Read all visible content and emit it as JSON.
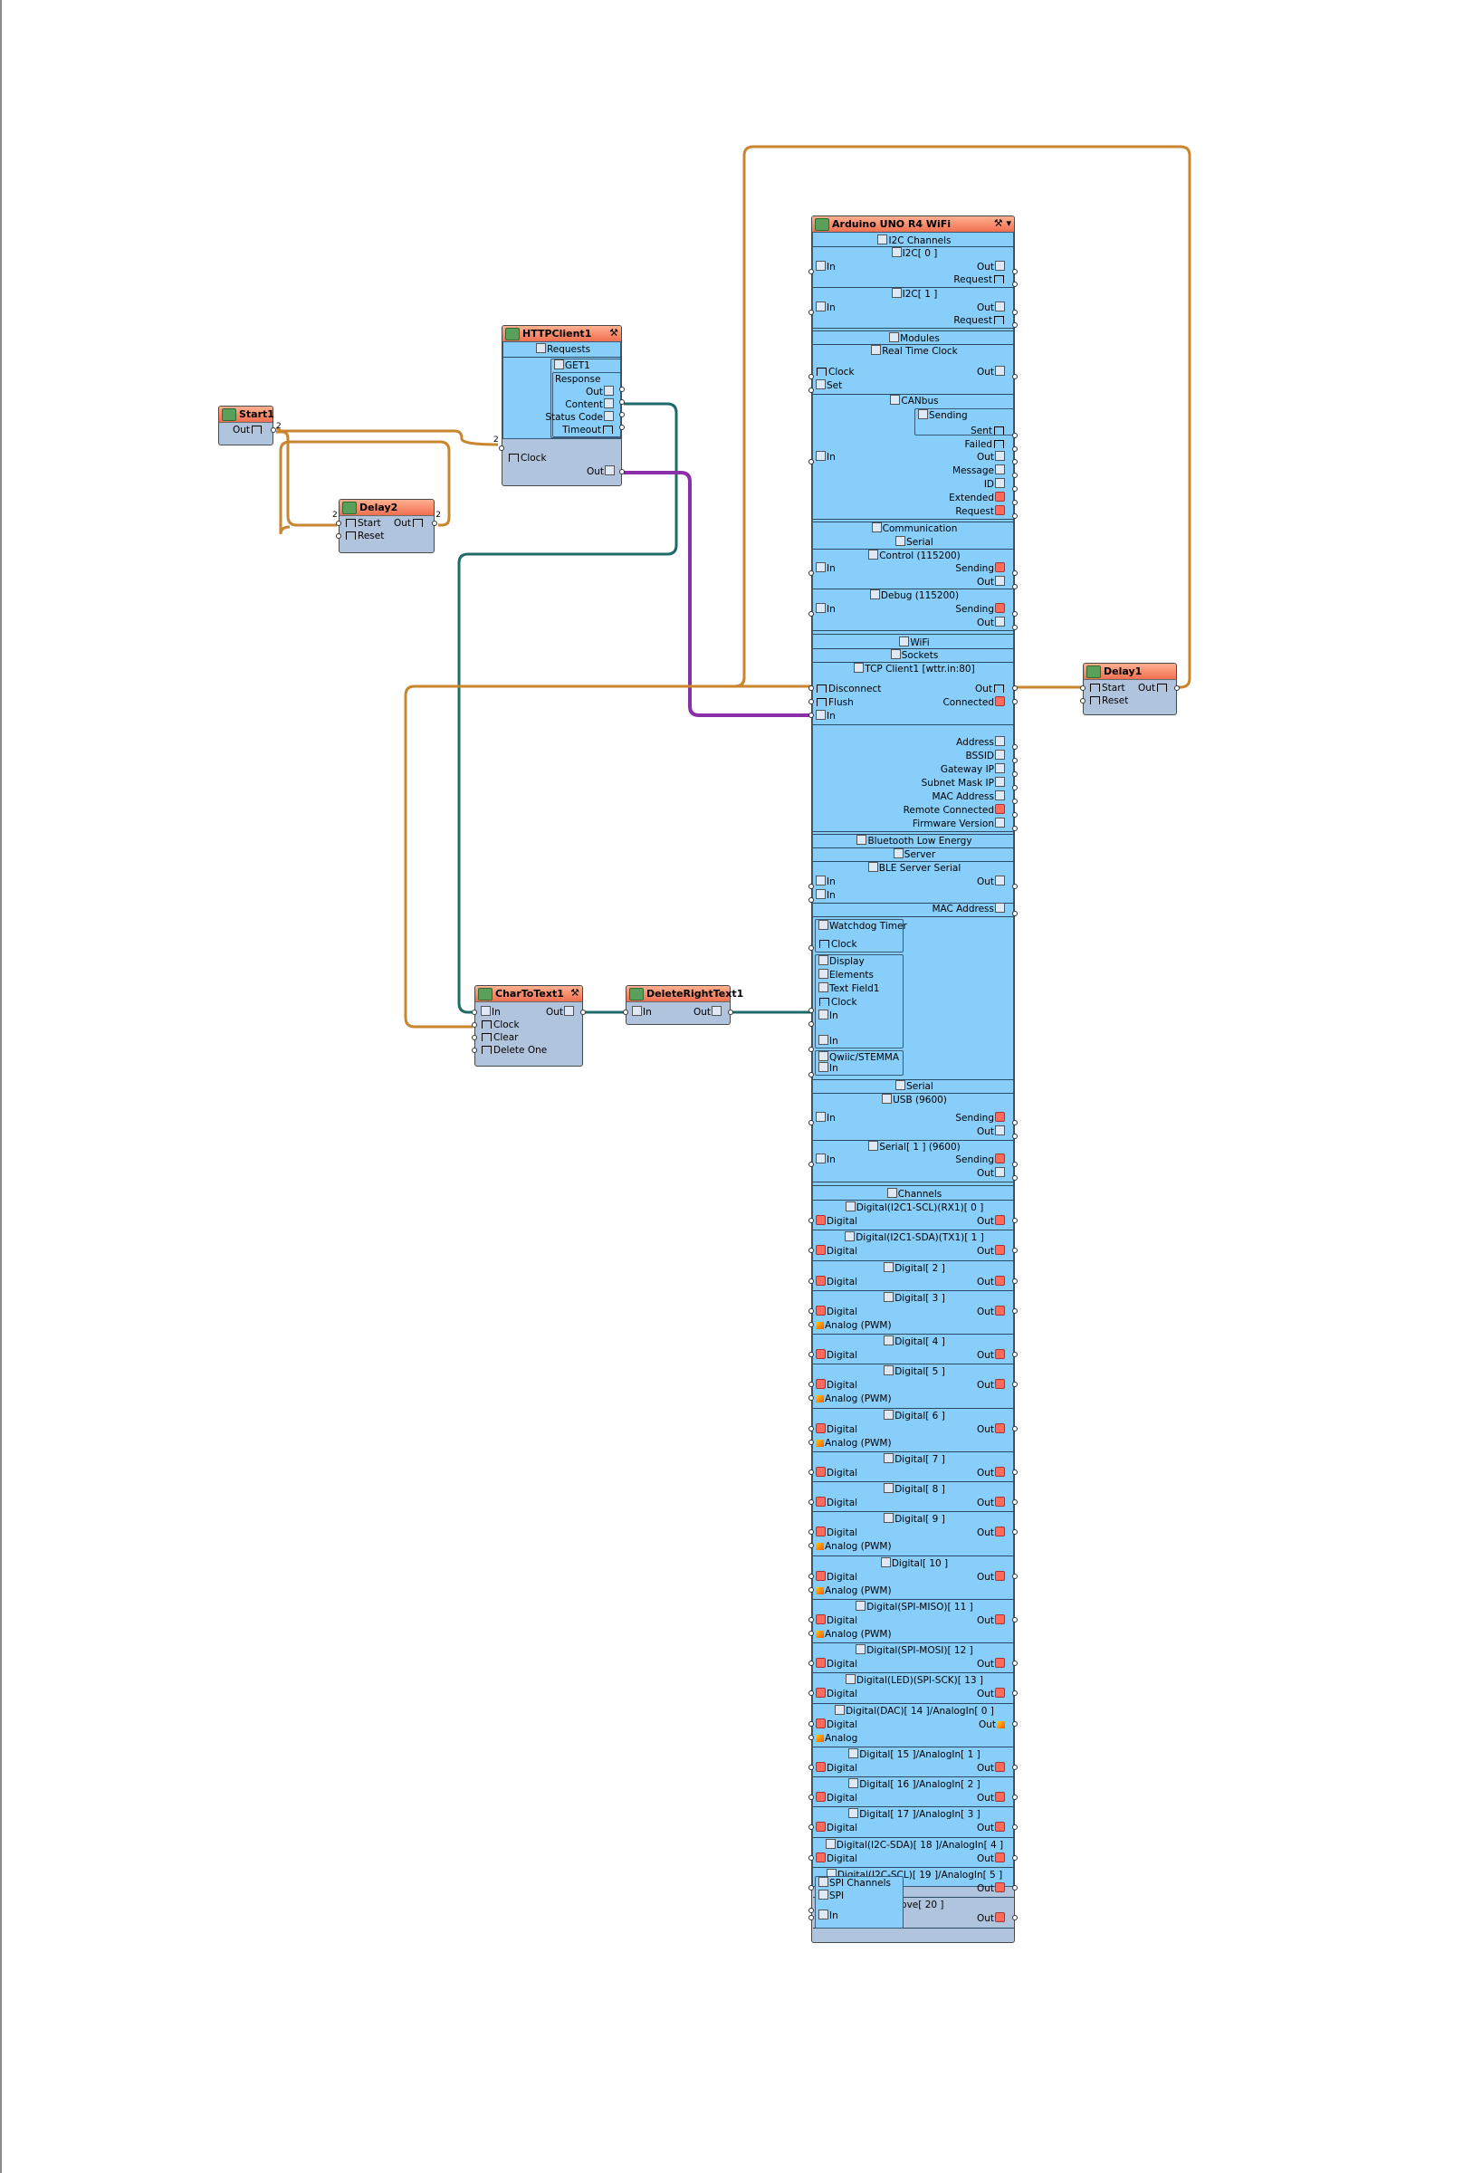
{
  "colors": {
    "wire_clock": "#c8862e",
    "wire_data": "#1f6b6b",
    "wire_object": "#8a2fa8",
    "component_body": "#b0c4de",
    "component_inner": "#87cefa",
    "title_bar": "#f58060"
  },
  "start1": {
    "title": "Start1",
    "out": "Out",
    "count": "2"
  },
  "delay2": {
    "title": "Delay2",
    "start": "Start",
    "reset": "Reset",
    "out": "Out",
    "count_in": "2",
    "count_out": "2"
  },
  "http": {
    "title": "HTTPClient1",
    "requests": "Requests",
    "get": "GET1",
    "response": "Response",
    "out": "Out",
    "content": "Content",
    "status_code": "Status Code",
    "timeout": "Timeout",
    "clock": "Clock",
    "clock_count": "2",
    "out2": "Out"
  },
  "chartotext": {
    "title": "CharToText1",
    "in": "In",
    "clock": "Clock",
    "clear": "Clear",
    "delete_one": "Delete One",
    "out": "Out"
  },
  "deleteright": {
    "title": "DeleteRightText1",
    "in": "In",
    "out": "Out"
  },
  "delay1": {
    "title": "Delay1",
    "start": "Start",
    "reset": "Reset",
    "out": "Out"
  },
  "arduino": {
    "title": "Arduino UNO R4 WiFi",
    "i2c_channels": "I2C Channels",
    "i2c0": "I2C[ 0 ]",
    "i2c1": "I2C[ 1 ]",
    "in": "In",
    "out": "Out",
    "request": "Request",
    "modules": "Modules",
    "rtc": "Real Time Clock",
    "clock": "Clock",
    "set": "Set",
    "canbus": "CANbus",
    "sending": "Sending",
    "sent": "Sent",
    "failed": "Failed",
    "message": "Message",
    "id": "ID",
    "extended": "Extended",
    "communication": "Communication",
    "serial": "Serial",
    "control": "Control (115200)",
    "debug": "Debug (115200)",
    "wifi": "WiFi",
    "sockets": "Sockets",
    "tcp": "TCP Client1 [wttr.in:80]",
    "disconnect": "Disconnect",
    "flush": "Flush",
    "connected": "Connected",
    "address": "Address",
    "bssid": "BSSID",
    "gateway": "Gateway IP",
    "subnet": "Subnet Mask IP",
    "mac": "MAC Address",
    "remote": "Remote Connected",
    "firmware": "Firmware Version",
    "ble": "Bluetooth Low Energy",
    "server": "Server",
    "ble_serial": "BLE Server Serial",
    "watchdog": "Watchdog Timer",
    "display": "Display",
    "elements": "Elements",
    "textfield": "Text Field1",
    "qwiic": "Qwiic/STEMMA",
    "usb": "USB (9600)",
    "serial1": "Serial[ 1 ] (9600)",
    "channels": "Channels",
    "digital": "Digital",
    "analog_pwm": "Analog (PWM)",
    "analog": "Analog",
    "pins": [
      {
        "name": "Digital(I2C1-SCL)(RX1)[ 0 ]",
        "pwm": false
      },
      {
        "name": "Digital(I2C1-SDA)(TX1)[ 1 ]",
        "pwm": false
      },
      {
        "name": "Digital[ 2 ]",
        "pwm": false
      },
      {
        "name": "Digital[ 3 ]",
        "pwm": true
      },
      {
        "name": "Digital[ 4 ]",
        "pwm": false
      },
      {
        "name": "Digital[ 5 ]",
        "pwm": true
      },
      {
        "name": "Digital[ 6 ]",
        "pwm": true
      },
      {
        "name": "Digital[ 7 ]",
        "pwm": false
      },
      {
        "name": "Digital[ 8 ]",
        "pwm": false
      },
      {
        "name": "Digital[ 9 ]",
        "pwm": true
      },
      {
        "name": "Digital[ 10 ]",
        "pwm": true
      },
      {
        "name": "Digital(SPI-MISO)[ 11 ]",
        "pwm": true
      },
      {
        "name": "Digital(SPI-MOSI)[ 12 ]",
        "pwm": false
      },
      {
        "name": "Digital(LED)(SPI-SCK)[ 13 ]",
        "pwm": false
      },
      {
        "name": "Digital(DAC)[ 14 ]/AnalogIn[ 0 ]",
        "pwm": "dac"
      },
      {
        "name": "Digital[ 15 ]/AnalogIn[ 1 ]",
        "pwm": false
      },
      {
        "name": "Digital[ 16 ]/AnalogIn[ 2 ]",
        "pwm": false
      },
      {
        "name": "Digital[ 17 ]/AnalogIn[ 3 ]",
        "pwm": false
      },
      {
        "name": "Digital(I2C-SDA)[ 18 ]/AnalogIn[ 4 ]",
        "pwm": false
      },
      {
        "name": "Digital(I2C-SCL)[ 19 ]/AnalogIn[ 5 ]",
        "pwm": false
      },
      {
        "name": "Love[ 20 ]",
        "pwm": false
      }
    ],
    "spi_channels": "SPI Channels",
    "spi": "SPI"
  }
}
